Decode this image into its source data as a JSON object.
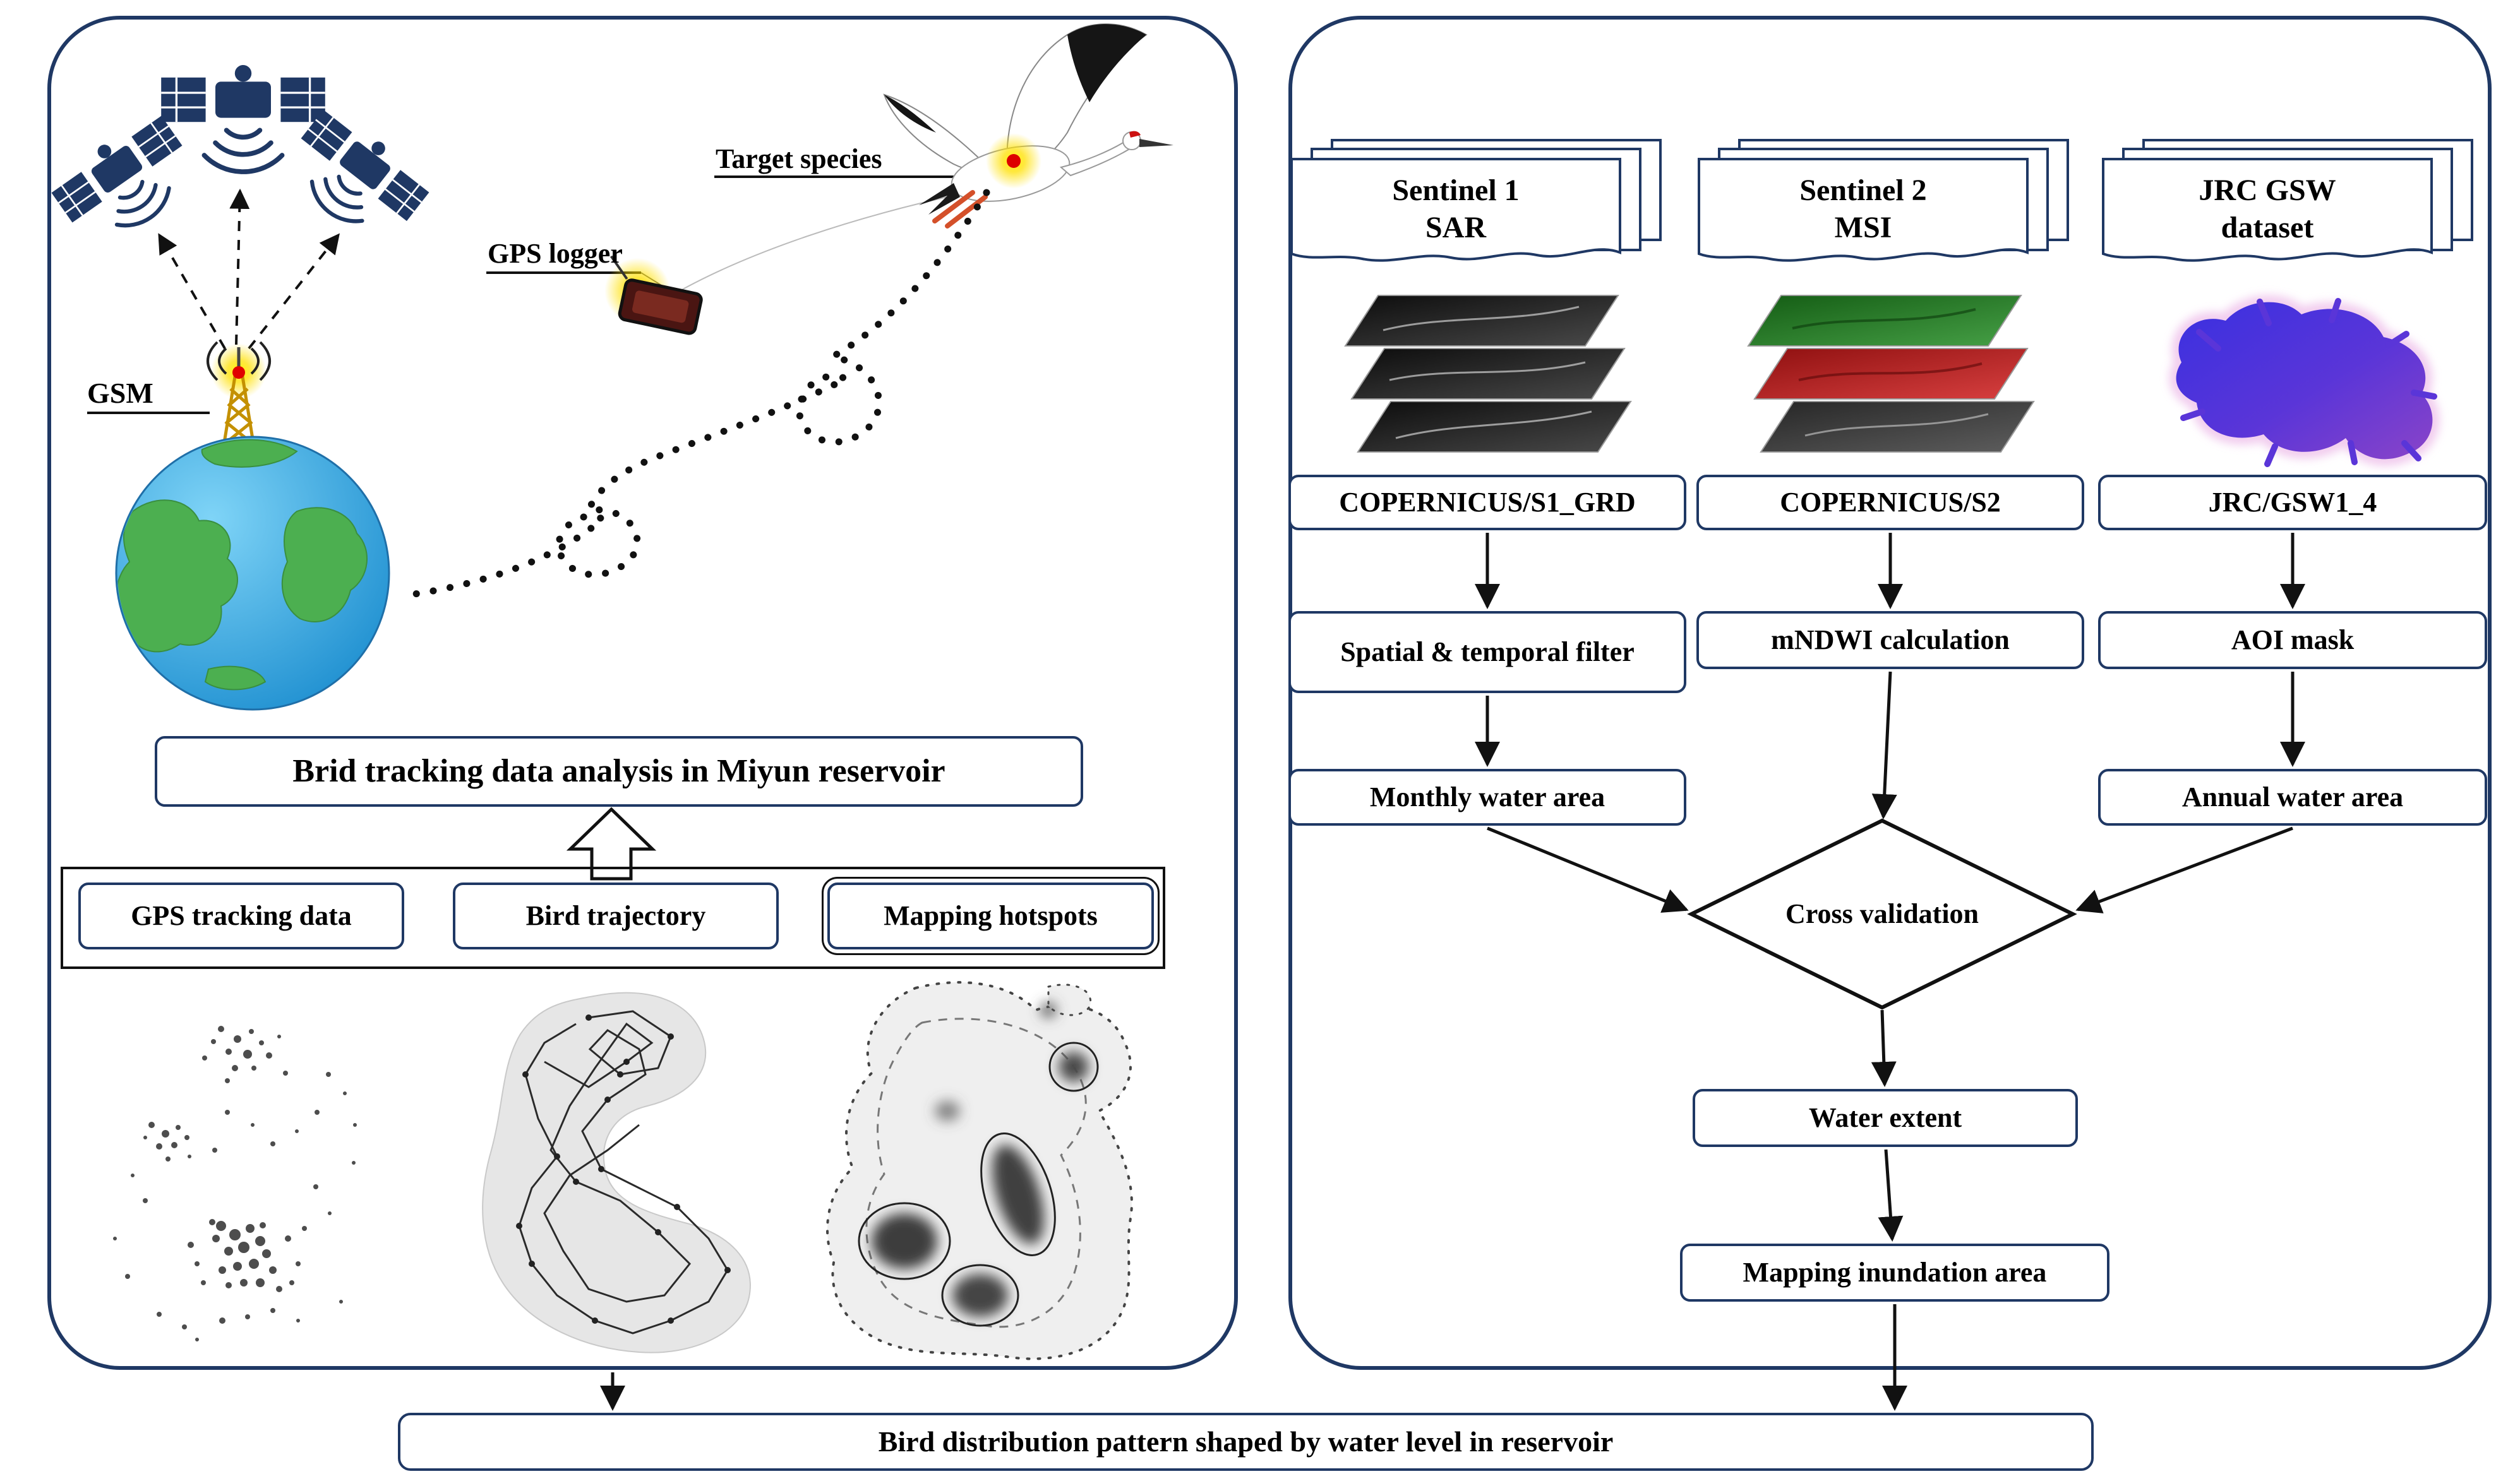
{
  "left_panel": {
    "labels": {
      "gsm": "GSM",
      "gps_logger": "GPS logger",
      "target_species": "Target species"
    },
    "main_box": "Brid tracking data analysis in Miyun reservoir",
    "sub_boxes": [
      "GPS tracking data",
      "Bird trajectory",
      "Mapping hotspots"
    ]
  },
  "right_panel": {
    "columns": [
      {
        "source_line1": "Sentinel 1",
        "source_line2": "SAR",
        "dataset": "COPERNICUS/S1_GRD",
        "process": "Spatial & temporal filter",
        "output": "Monthly water area"
      },
      {
        "source_line1": "Sentinel 2",
        "source_line2": "MSI",
        "dataset": "COPERNICUS/S2",
        "process": "mNDWI calculation"
      },
      {
        "source_line1": "JRC GSW",
        "source_line2": "dataset",
        "dataset": "JRC/GSW1_4",
        "process": "AOI mask",
        "output": "Annual water area"
      }
    ],
    "diamond_label": "Cross validation",
    "water_extent": "Water extent",
    "mapping": "Mapping inundation area"
  },
  "bottom_bar": {
    "label": "Bird distribution pattern shaped by water level in reservoir"
  },
  "colors": {
    "panel_border": "#1f3864",
    "box_border": "#1f3864",
    "line": "#111111",
    "glow": "#ffe000",
    "marker_red": "#dd0000",
    "ocean": "#2191cf",
    "land": "#4caf50",
    "gsw_water": "#5a35d8"
  },
  "icons": {
    "satellite": "satellite-icon",
    "gsm_tower": "gsm-tower-icon",
    "earth": "earth-globe-icon",
    "gps_logger": "gps-logger-icon",
    "bird": "crane-bird-icon",
    "gps_tag": "gps-tag-glow-icon",
    "document_stack": "document-stack-icon",
    "sar_tiles": "sar-image-stack-icon",
    "msi_tiles": "msi-image-stack-icon",
    "gsw_map": "gsw-water-map-icon",
    "scatter_map": "gps-points-map-image",
    "trajectory_map": "bird-trajectory-map-image",
    "hotspot_map": "hotspot-density-map-image",
    "block_arrow": "block-arrow-up-icon"
  }
}
